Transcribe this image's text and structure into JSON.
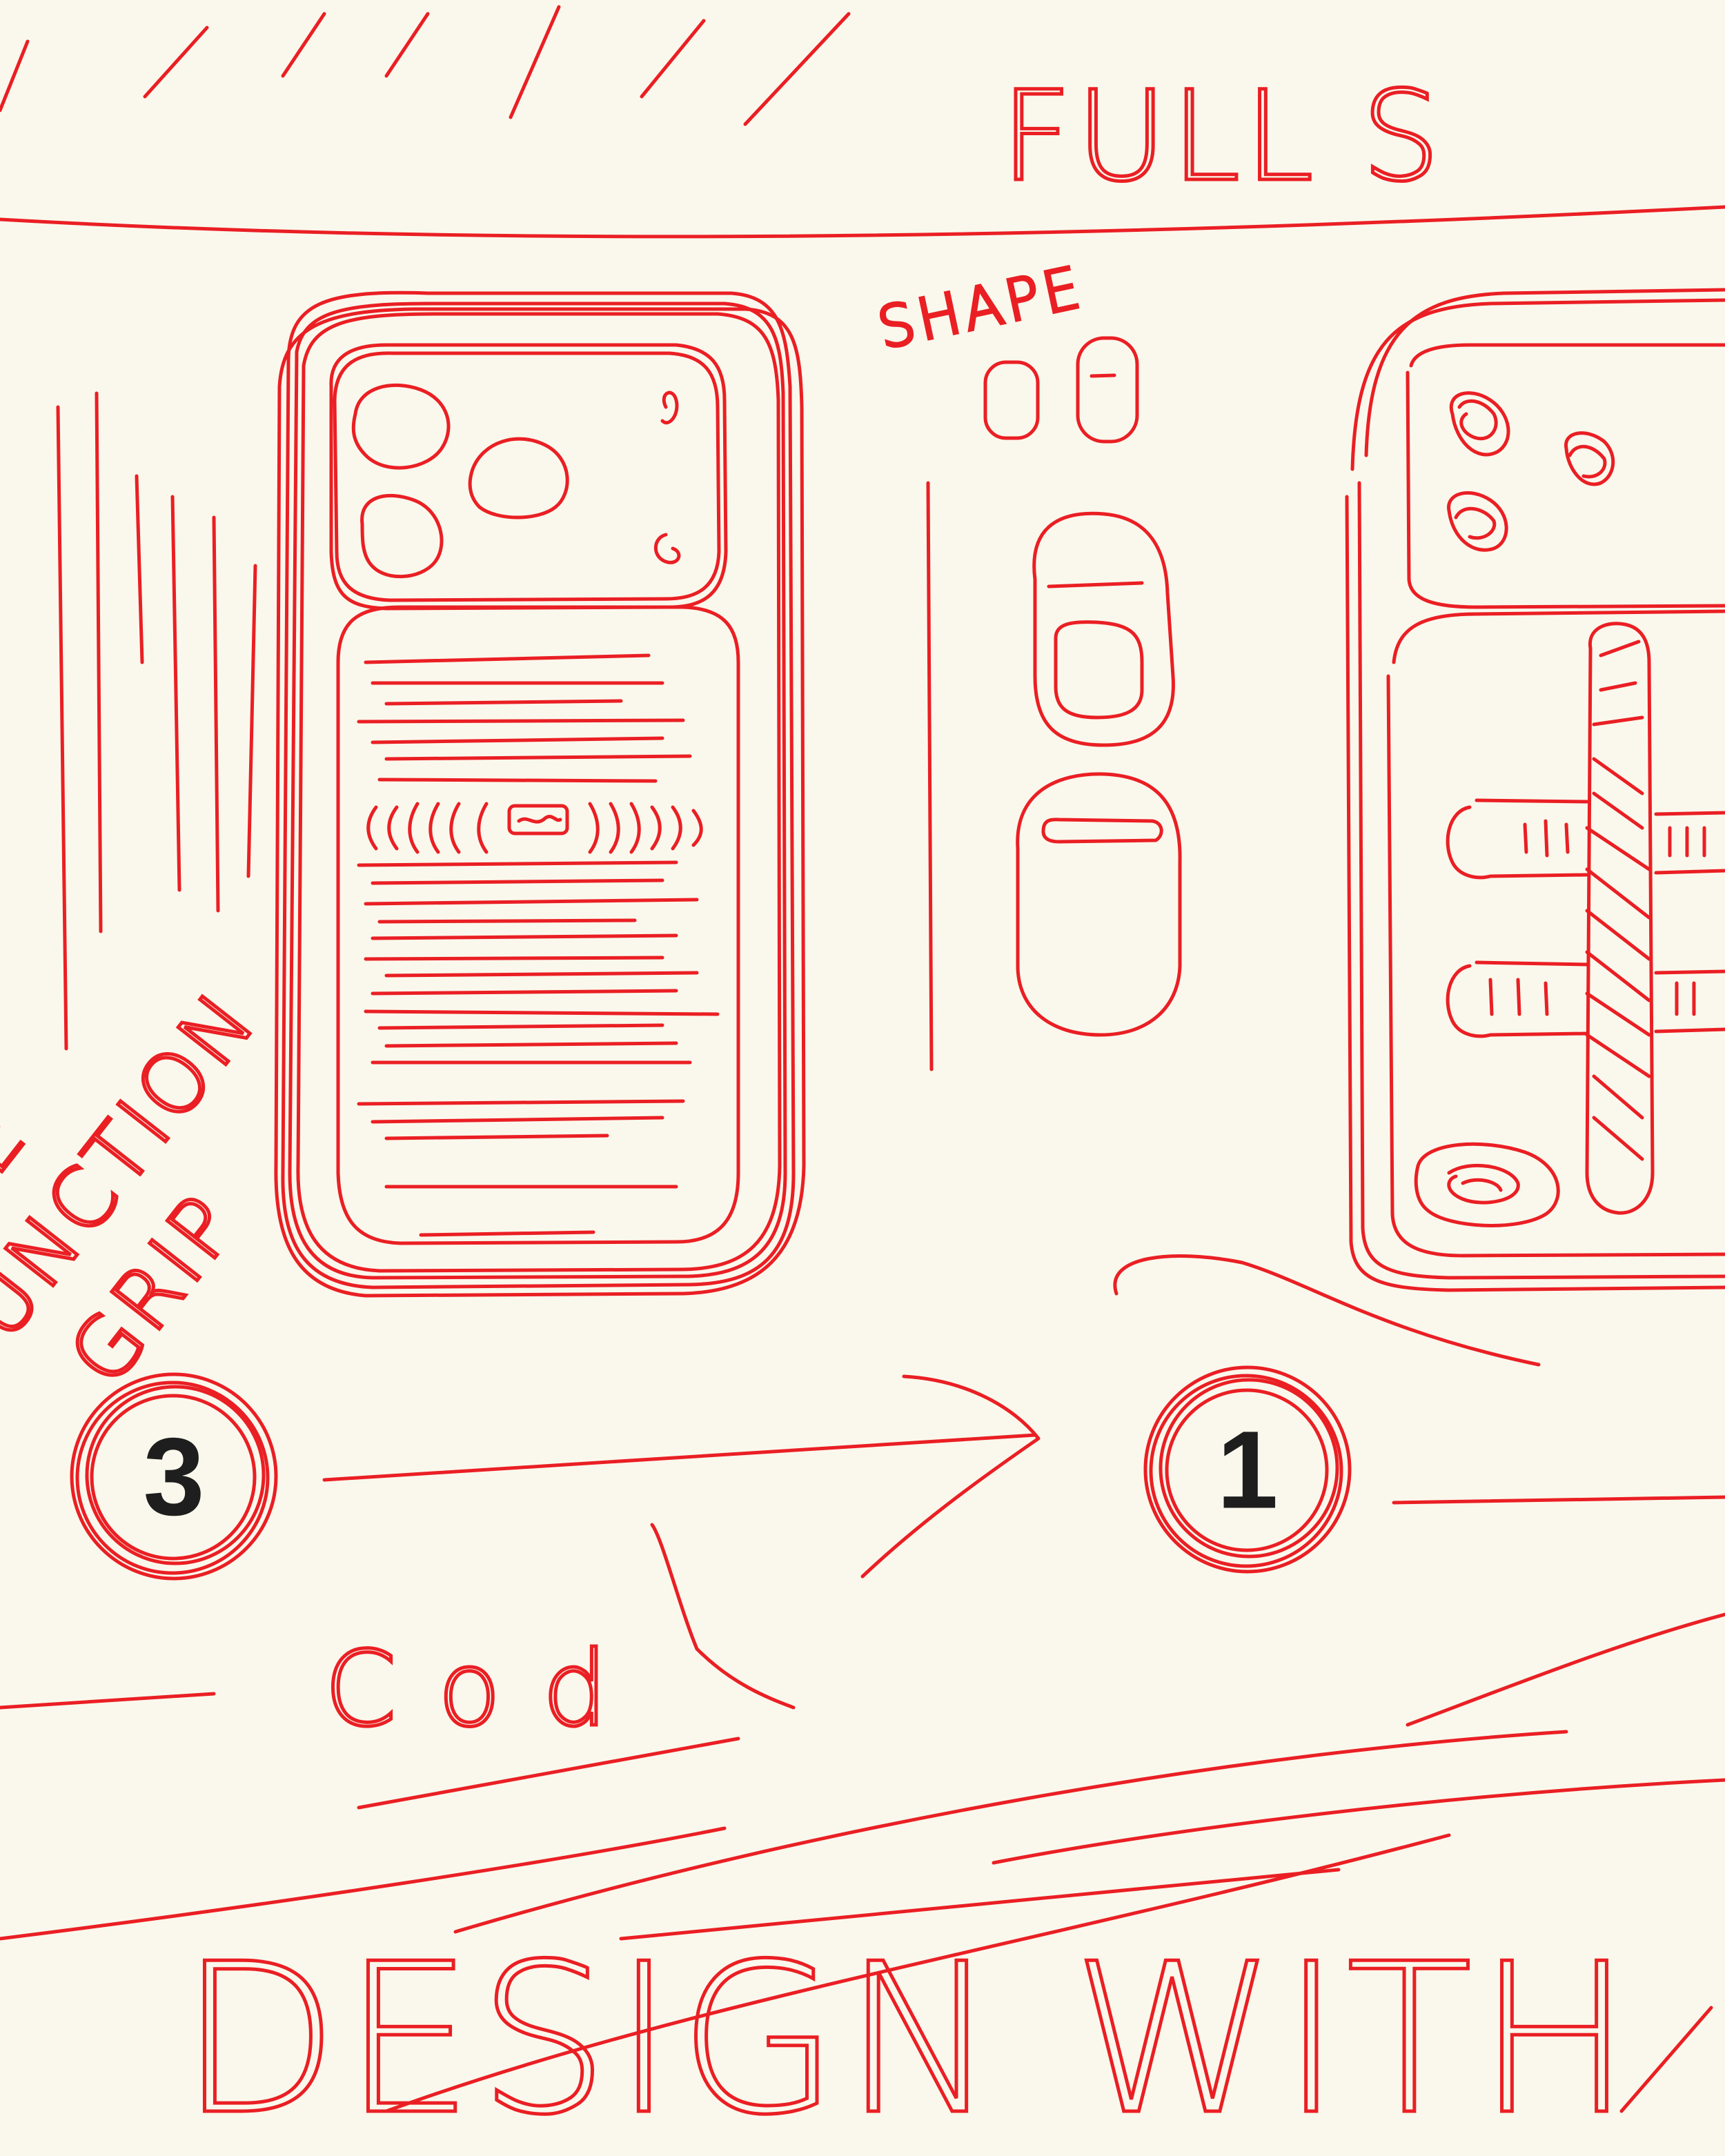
{
  "colors": {
    "ink": "#ea1f24",
    "paper": "#faf8ec",
    "number": "#1e1e1e"
  },
  "header": {
    "title": "FULL S"
  },
  "labels": {
    "shape": "SHAPE",
    "side_line_1": "PE",
    "side_line_2": "UNCTION",
    "side_line_3": "GRIP",
    "scribble": "C o d",
    "bottom_title": "DESIGN WITH"
  },
  "steps": [
    {
      "number": "3"
    },
    {
      "number": "1"
    }
  ]
}
